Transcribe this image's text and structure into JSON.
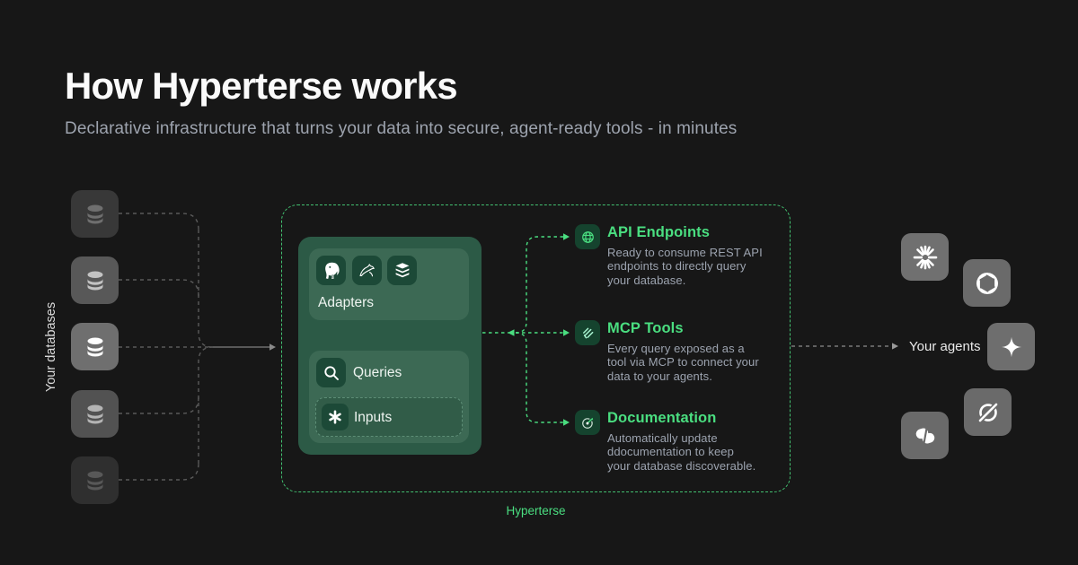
{
  "header": {
    "title": "How Hyperterse works",
    "subtitle": "Declarative infrastructure that turns your data into secure, agent-ready tools - in minutes"
  },
  "databases": {
    "label": "Your databases",
    "items": [
      {
        "name": "database-1"
      },
      {
        "name": "database-2"
      },
      {
        "name": "database-3"
      },
      {
        "name": "database-4"
      },
      {
        "name": "database-5"
      }
    ]
  },
  "pipeline": {
    "caption": "Hyperterse",
    "adapters_label": "Adapters",
    "adapter_icons": [
      "postgresql-icon",
      "mysql-icon",
      "redis-icon"
    ],
    "queries_label": "Queries",
    "inputs_label": "Inputs"
  },
  "outputs": [
    {
      "icon": "globe-icon",
      "title": "API Endpoints",
      "description": "Ready to consume REST API\nendpoints to directly query\nyour database."
    },
    {
      "icon": "mcp-hatch-icon",
      "title": "MCP Tools",
      "description": "Every query exposed as a\ntool via MCP to connect your\ndata to your agents."
    },
    {
      "icon": "compass-arrow-icon",
      "title": "Documentation",
      "description": "Automatically update\nddocumentation to keep\nyour database discoverable."
    }
  ],
  "agents": {
    "label": "Your agents",
    "items": [
      "claude-spark",
      "openai",
      "gemini-sparkle",
      "comet-compass",
      "copilot"
    ]
  },
  "colors": {
    "background": "#171717",
    "accent_green": "#4ade80",
    "panel_green": "#2c5a46",
    "card_green": "#3c6954",
    "tile_green": "#1c4937",
    "output_tile_green": "#15432e",
    "agent_tile_gray": "#6a6a6a",
    "muted_text": "#9ca3af"
  }
}
